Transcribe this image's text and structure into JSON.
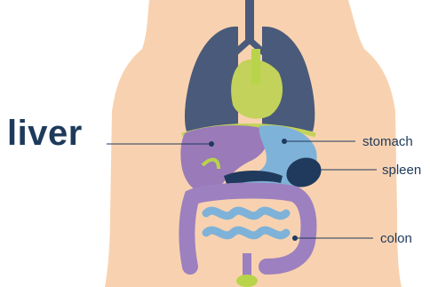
{
  "labels": {
    "main": "liver",
    "stomach": "stomach",
    "spleen": "spleen",
    "colon": "colon"
  },
  "colors": {
    "skin": "#f8d2b0",
    "lung": "#4a5a7a",
    "heart": "#c3d25a",
    "liver": "#9a7ab8",
    "stomach": "#7fb2d8",
    "spleen": "#1f3a5c",
    "intestine": "#9d80bf",
    "small_intestine": "#7fb2d8",
    "vessel": "#b8d44a",
    "text": "#1e3a5c"
  }
}
